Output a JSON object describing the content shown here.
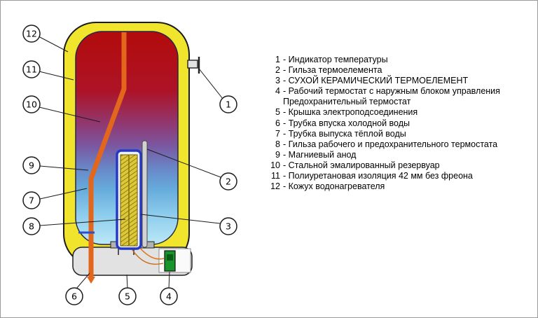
{
  "legend": {
    "items": [
      {
        "num": "1",
        "text": "- Индикатор температуры"
      },
      {
        "num": "2",
        "text": "- Гильза термоелемента"
      },
      {
        "num": "3",
        "text": "- СУХОЙ КЕРАМИЧЕСКИЙ ТЕРМОЕЛЕМЕНТ"
      },
      {
        "num": "4",
        "text": "- Рабочий термостат с наружным блоком управления"
      },
      {
        "num": "",
        "text": "Предохранительный термостат"
      },
      {
        "num": "5",
        "text": "- Крышка электроподсоединения"
      },
      {
        "num": "6",
        "text": "- Трубка впуска холодной воды"
      },
      {
        "num": "7",
        "text": "- Трубка выпуска тёплой воды"
      },
      {
        "num": "8",
        "text": "- Гильза рабочего и предохранительного термостата"
      },
      {
        "num": "9",
        "text": "- Магниевый анод"
      },
      {
        "num": "10",
        "text": "- Стальной эмалированный резервуар"
      },
      {
        "num": "11",
        "text": "- Полиуретановая изоляция 42 мм без фреона"
      },
      {
        "num": "12",
        "text": "- Кожух водонагревателя"
      }
    ]
  },
  "callouts": {
    "c1": "1",
    "c2": "2",
    "c3": "3",
    "c4": "4",
    "c5": "5",
    "c6": "6",
    "c7": "7",
    "c8": "8",
    "c9": "9",
    "c10": "10",
    "c11": "11",
    "c12": "12"
  },
  "colors": {
    "casing_yellow": "#f0e42c",
    "tank_hot_red": "#b20c0c",
    "tank_cold_blue": "#bce8f7",
    "anode_orange": "#e2661c",
    "element_yellow": "#dcc938",
    "sheath_blue": "#2438c8",
    "thermostat_green": "#17942a",
    "base_gray": "#e2e2e2"
  }
}
